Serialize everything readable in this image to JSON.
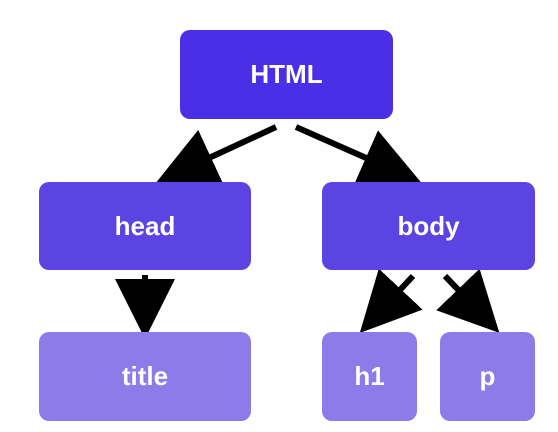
{
  "nodes": {
    "html": {
      "label": "HTML",
      "color": "#4a2fe6"
    },
    "head": {
      "label": "head",
      "color": "#5b44e2"
    },
    "body": {
      "label": "body",
      "color": "#5b44e2"
    },
    "title": {
      "label": "title",
      "color": "#8d7bea"
    },
    "h1": {
      "label": "h1",
      "color": "#8d7bea"
    },
    "p": {
      "label": "p",
      "color": "#8d7bea"
    }
  },
  "edges": [
    {
      "from": "html",
      "to": "head"
    },
    {
      "from": "html",
      "to": "body"
    },
    {
      "from": "head",
      "to": "title"
    },
    {
      "from": "body",
      "to": "h1"
    },
    {
      "from": "body",
      "to": "p"
    }
  ],
  "arrow_color": "#000000"
}
